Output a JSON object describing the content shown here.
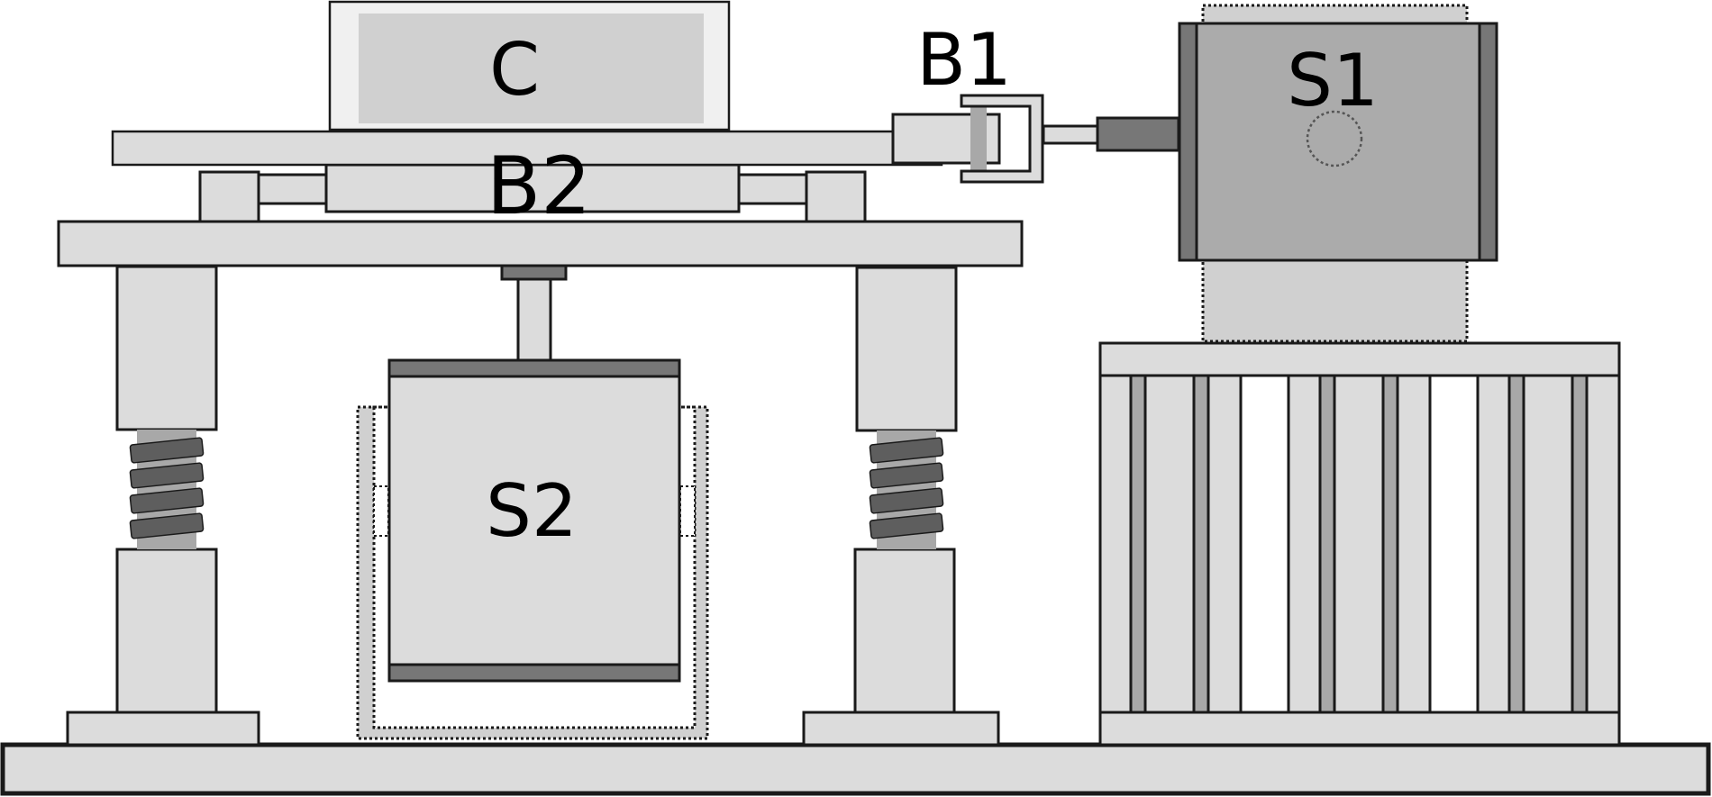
{
  "labels": {
    "c": "C",
    "b1": "B1",
    "b2": "B2",
    "s1": "S1",
    "s2": "S2"
  },
  "colors": {
    "stroke": "#1a1a1a",
    "light_gray": "#dcdcdc",
    "mid_gray": "#d0d0d0",
    "motor_gray": "#ababab",
    "dark_gray": "#777777",
    "coil_gray": "#5e5e5e",
    "post_gray": "#a8a8a8",
    "panel_fill": "#f0f0f0",
    "background": "#ffffff"
  }
}
